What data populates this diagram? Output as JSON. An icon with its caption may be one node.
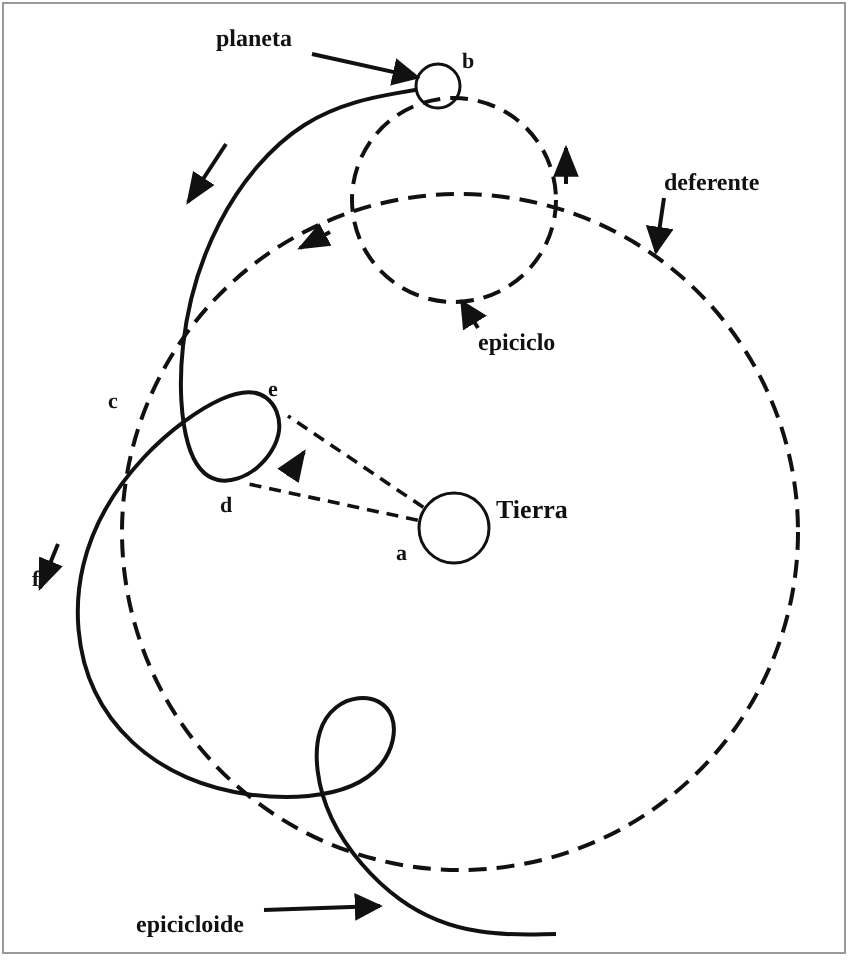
{
  "diagram": {
    "nodes": [
      {
        "text": [
          "planeta"
        ]
      },
      {
        "text": [],
        "shape": "circle"
      },
      {
        "text": [
          "deferente"
        ]
      },
      {
        "text": [
          "epiciclo"
        ]
      },
      {
        "text": [],
        "shape": "circle"
      },
      {
        "text": [
          "Tierra"
        ]
      },
      {
        "text": [
          "epicicloide"
        ]
      }
    ],
    "edges": [
      {
        "from": 0,
        "to": 1,
        "arrow": "to"
      },
      {
        "from": 2,
        "to": null,
        "arrow": "to"
      },
      {
        "from": 3,
        "to": 4,
        "arrow": "to"
      },
      {
        "from": 6,
        "to": null,
        "arrow": "to"
      },
      {
        "from": 1,
        "to": null,
        "arrow": "none"
      },
      {
        "from": 5,
        "to": null,
        "arrow": "none",
        "style": "dashed"
      },
      {
        "from": 5,
        "to": null,
        "arrow": "none",
        "style": "dashed"
      }
    ],
    "labels": [
      "b",
      "c",
      "e",
      "d",
      "a",
      "f"
    ]
  }
}
